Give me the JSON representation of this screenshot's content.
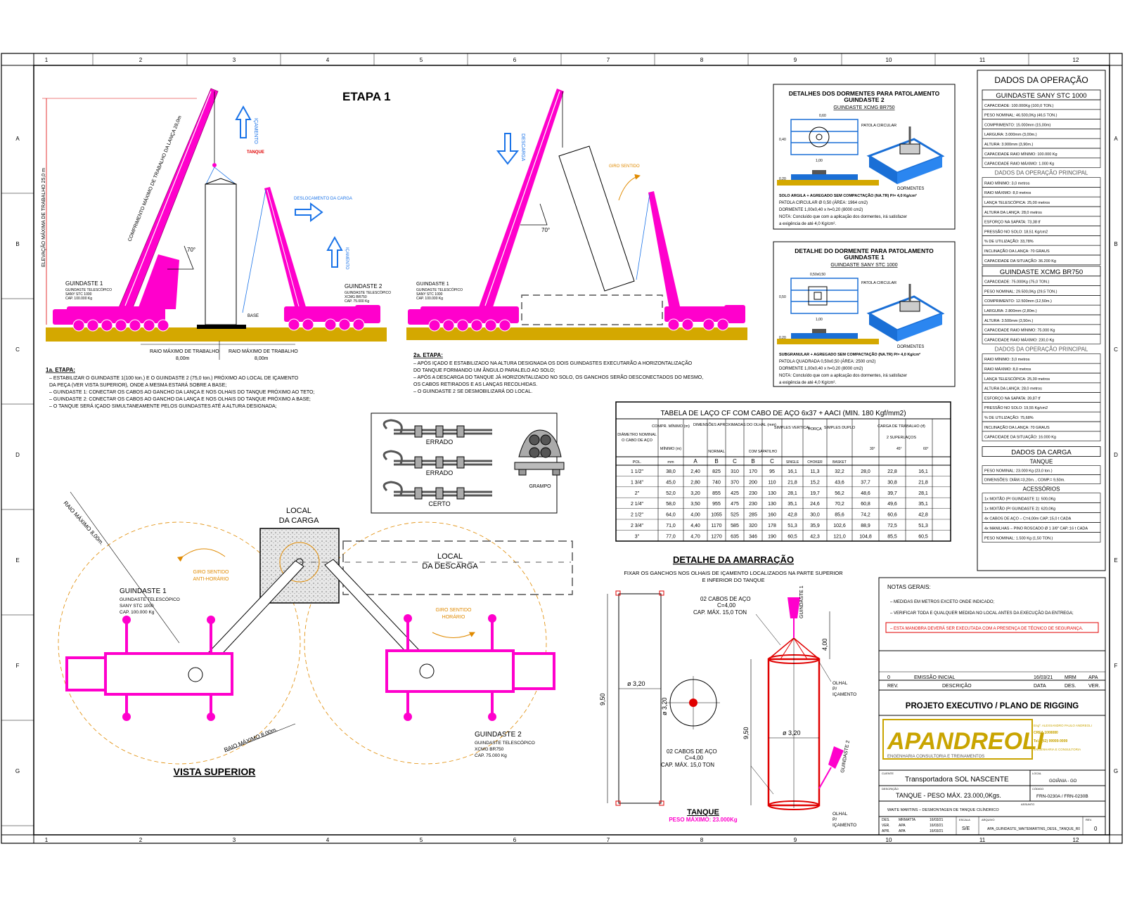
{
  "border": {
    "cols": [
      "1",
      "2",
      "3",
      "4",
      "5",
      "6",
      "7",
      "8",
      "9",
      "10",
      "11",
      "12"
    ],
    "rows": [
      "G",
      "F",
      "E",
      "D",
      "C",
      "B",
      "A"
    ]
  },
  "stage1": {
    "title": "ETAPA 1",
    "crane1_label": "GUINDASTE 1",
    "crane1_sub": [
      "GUINDASTE TELESCÓPICO",
      "SANY STC 1000",
      "CAP. 100.000 Kg"
    ],
    "crane2_label": "GUINDASTE 2",
    "crane2_sub": [
      "GUINDASTE TELESCÓPICO",
      "XCMG BR750",
      "CAP. 75.000 Kg"
    ],
    "elev_label": "ELEVAÇÃO MÁXIMA DE TRABALHO 25,0 m",
    "boom_label": "COMPRIMENTO MÁXIMO DE TRABALHO DA LANÇA 28,0m",
    "angle": "70°",
    "raise_label": "IÇAMENTO",
    "move_label": "DESLOCAMENTO DA CARGA",
    "raise2_label": "IÇAMENTO",
    "spreader_label": "TANQUE",
    "base_label": "BASE",
    "radius1": "RAIO MÁXIMO DE TRABALHO",
    "radius1_val": "8,00m",
    "radius2": "RAIO MÁXIMO DE TRABALHO",
    "radius2_val": "8,00m",
    "steps_title": "1a. ETAPA:",
    "steps": [
      "– ESTABILIZAR O GUINDASTE 1(100 ton.) E O GUINDASTE 2 (75,0 ton.) PRÓXIMO AO LOCAL DE IÇAMENTO",
      "   DA PEÇA (VER VISTA SUPERIOR), ONDE A MESMA ESTARÁ SOBRE A BASE;",
      "– GUINDASTE 1: CONECTAR OS CABOS AO GANCHO DA LANÇA E NOS OLHAIS DO TANQUE PRÓXIMO AO TETO;",
      "– GUINDASTE 2: CONECTAR OS CABOS AO GANCHO DA LANÇA E NOS OLHAIS DO TANQUE PRÓXIMO A BASE;",
      "– O TANQUE SERÁ IÇADO SIMULTANEAMENTE PELOS GUINDASTES ATÉ A ALTURA DESIGNADA;"
    ]
  },
  "stage2": {
    "lower_label": "DESCARGA",
    "rotation": "GIRO SENTIDO",
    "angle": "70°",
    "crane1_label": "GUINDASTE 1",
    "crane1_sub": [
      "GUINDASTE TELESCÓPICO",
      "SANY STC 1000",
      "CAP. 100.000 Kg"
    ],
    "steps_title": "2a. ETAPA:",
    "steps": [
      "– APÓS IÇADO E ESTABILIZADO NA ALTURA DESIGNADA OS DOIS GUINDASTES EXECUTARÃO A HORIZONTALIZAÇÃO",
      "   DO TANQUE FORMANDO UM ÂNGULO PARALELO AO SOLO;",
      "– APÓS A DESCARGA DO TANQUE JÁ HORIZONTALIZADO NO SOLO, OS GANCHOS SERÃO DESCONECTADOS DO MESMO,",
      "   OS CABOS RETIRADOS E AS LANÇAS RECOLHIDAS.",
      "– O GUINDASTE 2 SE DESMOBILIZARÁ DO LOCAL."
    ]
  },
  "sleepers2": {
    "title": "DETALHES DOS DORMENTES PARA PATOLAMENTO",
    "title2": "GUINDASTE 2",
    "sub": "GUINDASTE XCMG BR750",
    "pad_label": "PATOLA CIRCULAR",
    "sleepers_label": "DORMENTES",
    "dim_top": "0,60",
    "dim_side": "0,40",
    "dim_bottom": "1,00",
    "dim_h": "0,20",
    "notes": [
      "SOLO ARGILA + AGREGADO SEM COMPACTAÇÃO (NA.TR) P/= 4,0 Kg/cm²",
      "PATOLA CIRCULAR Ø 0,50 (ÁREA: 1964 cm2)",
      "DORMENTE 1,00x0,40 x h=0,20 (8000 cm2)",
      "NOTA: Concluído que com a aplicação dos dormentes, irá satisfazer",
      "a exigência de até 4,0 Kg/cm²."
    ]
  },
  "sleepers1": {
    "title": "DETALHE DO DORMENTE PARA PATOLAMENTO",
    "title2": "GUINDASTE 1",
    "sub": "GUINDASTE SANY STC 1000",
    "pad_label": "PATOLA CIRCULAR",
    "sleepers_label": "DORMENTES",
    "dim_top": "0,50x0,50",
    "dim_side": "0,50",
    "dim_bottom": "1,00",
    "dim_h": "0,20",
    "notes": [
      "SUBGRANULAR + AGREGADO SEM COMPACTAÇÃO (NA.TR) P/= 4,0 Kg/cm²",
      "PATOLA QUADRADA 0,50x0,50 (ÁREA: 2500 cm2)",
      "DORMENTE 1,00x0,40 x h=0,20 (8000 cm2)",
      "NOTA: Concluído que com a aplicação dos dormentes, irá satisfazer",
      "a exigência de até 4,0 Kg/cm²."
    ]
  },
  "ops": {
    "title": "DADOS DA OPERAÇÃO",
    "crane1_title": "GUINDASTE SANY STC 1000",
    "crane1_specs": [
      "CAPACIDADE: 100.000Kg (100,0 TON.)",
      "PESO NOMINAL: 46.500,0Kg (46,5 TON.)",
      "COMPRIMENTO: 15.000mm (15,00m)",
      "LARGURA: 3.000mm (3,00m.)",
      "ALTURA: 3.900mm (3,90m.)",
      "CAPACIDADE RAIO MÍNIMO: 100.000 Kg",
      "CAPACIDADE RAIO MÁXIMO: 1.000 Kg"
    ],
    "crane1_op_title": "DADOS DA OPERAÇÃO PRINCIPAL",
    "crane1_op": [
      "RAIO MÍNIMO: 3,0 metros",
      "RAIO MÁXIMO: 8,0 metros",
      "LANÇA TELESCÓPICA: 25,00 metros",
      "ALTURA DA LANÇA: 28,0 metros",
      "ESFORÇO NA SAPATA: 73,38 tf",
      "PRESSÃO NO SOLO: 18,51 Kg/cm2",
      "% DE UTILIZAÇÃO: 33,78%",
      "INCLINAÇÃO DA LANÇA: 70 GRAUS",
      "CAPACIDADE DA SITUAÇÃO: 36.200 Kg"
    ],
    "crane2_title": "GUINDASTE XCMG BR750",
    "crane2_specs": [
      "CAPACIDADE: 75.000Kg (75,0 TON.)",
      "PESO NOMINAL: 29.500,0Kg (29,5 TON.)",
      "COMPRIMENTO: 12.500mm (12,50m.)",
      "LARGURA: 2.800mm (2,80m.)",
      "ALTURA: 3.500mm (3,50m.)",
      "CAPACIDADE RAIO MÍNIMO: 75.000 Kg",
      "CAPACIDADE RAIO MÁXIMO: 230,0 Kg"
    ],
    "crane2_op_title": "DADOS DA OPERAÇÃO PRINCIPAL",
    "crane2_op": [
      "RAIO MÍNIMO: 3,0 metros",
      "RAIO MÁXIMO: 8,0 metros",
      "LANÇA TELESCÓPICA: 25,30 metros",
      "ALTURA DA LANÇA: 28,0 metros",
      "ESFORÇO NA SAPATA: 39,87 tf",
      "PRESSÃO NO SOLO: 19,55 Kg/cm2",
      "% DE UTILIZAÇÃO: 75,68%",
      "INCLINAÇÃO DA LANÇA: 70 GRAUS",
      "CAPACIDADE DA SITUAÇÃO: 16.000 Kg"
    ],
    "load_title": "DADOS DA CARGA",
    "tank_title": "TANQUE",
    "tank_lines": [
      "PESO NOMINAL: 23.000 Kg (23,0 ton.)",
      "DIMENSÕES: DIÂM.=3,20m. , COMP.= 9,50m."
    ],
    "acc_title": "ACESSÓRIOS",
    "acc_lines": [
      "1x MOITÃO (P/ GUINDASTE 1): 500,0Kg",
      "1x MOITÃO (P/ GUINDASTE 2): 620,0Kg",
      "4x CABOS DE AÇO – C=4,00m CAP.:15,0 t CADA",
      "4x MANILHAS – PINO ROSCADO Ø 1 3/8\" CAP.:16 t CADA",
      "PESO NOMINAL: 1.500 Kg (1,50 TON.)"
    ]
  },
  "table": {
    "title": "TABELA DE LAÇO CF COM CABO DE AÇO 6x37 + AACI (MIN. 180 Kgf/mm2)",
    "h_diam": "DIÂMETRO NOMINAL DO CABO DE AÇO",
    "h_comp": "COMPR. MÍNIMO (m)",
    "h_dims": "DIMENSÕES APROXIMADAS DO OLHAL (mm)",
    "h_normal": "NORMAL",
    "h_sap": "COM SAPATILHO",
    "h_vert": "SIMPLES VERTICAL",
    "h_forca": "FORÇA",
    "h_duplo": "SIMPLES DUPLO",
    "h_carga": "CARGA DE TRABALHO (tf)",
    "h_super": "2 SUPERLAÇOS",
    "h_min": "MÍNIMO (m)",
    "h_pol": "POL.",
    "h_mm": "mm",
    "h_A": "A",
    "h_B": "B",
    "h_C": "C",
    "h_B2": "B",
    "h_C2": "C",
    "h_single": "SINGLE",
    "h_choker": "CHOKER",
    "h_basket": "BASKET",
    "angles": [
      "30°",
      "45°",
      "60°"
    ],
    "rows": [
      [
        "1 1/2\"",
        "38,0",
        "2,40",
        "825",
        "310",
        "170",
        "95",
        "16,1",
        "11,3",
        "32,2",
        "28,0",
        "22,8",
        "16,1"
      ],
      [
        "1 3/4\"",
        "45,0",
        "2,80",
        "740",
        "370",
        "200",
        "110",
        "21,8",
        "15,2",
        "43,6",
        "37,7",
        "30,8",
        "21,8"
      ],
      [
        "2\"",
        "52,0",
        "3,20",
        "855",
        "425",
        "230",
        "130",
        "28,1",
        "19,7",
        "56,2",
        "48,6",
        "39,7",
        "28,1"
      ],
      [
        "2 1/4\"",
        "58,0",
        "3,50",
        "955",
        "475",
        "230",
        "130",
        "35,1",
        "24,6",
        "70,2",
        "60,8",
        "49,6",
        "35,1"
      ],
      [
        "2 1/2\"",
        "64,0",
        "4,00",
        "1055",
        "525",
        "285",
        "160",
        "42,8",
        "30,0",
        "85,6",
        "74,2",
        "60,6",
        "42,8"
      ],
      [
        "2 3/4\"",
        "71,0",
        "4,40",
        "1170",
        "585",
        "320",
        "178",
        "51,3",
        "35,9",
        "102,6",
        "88,9",
        "72,5",
        "51,3"
      ],
      [
        "3\"",
        "77,0",
        "4,70",
        "1270",
        "635",
        "346",
        "190",
        "60,5",
        "42,3",
        "121,0",
        "104,8",
        "85,5",
        "60,5"
      ]
    ]
  },
  "clamps": {
    "labels": [
      "ERRADO",
      "ERRADO",
      "CERTO"
    ],
    "grampo": "GRAMPO"
  },
  "top_view": {
    "title": "VISTA SUPERIOR",
    "local_carga": [
      "LOCAL",
      "DA CARGA"
    ],
    "local_descarga": [
      "LOCAL",
      "DA DESCARGA"
    ],
    "rot1": [
      "GIRO SENTIDO",
      "ANTI-HORÁRIO"
    ],
    "rot2": [
      "GIRO SENTIDO",
      "HORÁRIO"
    ],
    "radius_a": "RAIO MÁXIMO 8,00m.",
    "radius_b": "RAIO MÁXIMO 8,00m.",
    "crane1": [
      "GUINDASTE 1",
      "GUINDASTE TELESCÓPICO",
      "SANY STC 1000",
      "CAP. 100.000 Kg"
    ],
    "crane2": [
      "GUINDASTE 2",
      "GUINDASTE TELESCÓPICO",
      "XCMG BR750",
      "CAP. 75.000 Kg"
    ]
  },
  "rigging": {
    "title": "DETALHE DA AMARRAÇÃO",
    "sub": [
      "FIXAR OS GANCHOS NOS OLHAIS DE IÇAMENTO LOCALIZADOS NA PARTE SUPERIOR",
      "E INFERIOR DO TANQUE"
    ],
    "len": "9,50",
    "diam": "ø 3,20",
    "diam_side": "ø 3,20",
    "diam_mid": "ø 3,20",
    "len2": "9,50",
    "top_dim": "4,00",
    "cables_top": [
      "02 CABOS DE AÇO",
      "C=4,00",
      "CAP. MÁX. 15,0 TON"
    ],
    "cables_bot": [
      "02 CABOS DE AÇO",
      "C=4,00",
      "CAP. MÁX. 15,0 TON"
    ],
    "g1": "GUINDASTE 1",
    "g2": "GUINDASTE 2",
    "olhal_top": [
      "OLHAL",
      "P/",
      "IÇAMENTO"
    ],
    "olhal_bot": [
      "OLHAL",
      "P/",
      "IÇAMENTO"
    ],
    "tank_title": "TANQUE",
    "tank_sub": "PESO MÁXIMO: 23.000Kg"
  },
  "notes": {
    "title": "NOTAS GERAIS:",
    "lines": [
      "– MEDIDAS EM METROS EXCETO ONDE INDICADO;",
      "– VERIFICAR TODA E QUALQUER MEDIDA NO LOCAL ANTES DA EXECUÇÃO DA ENTREGA;"
    ],
    "alert": "– ESTA MANOBRA DEVERÁ SER EXECUTADA COM A PRESENÇA DE TÉCNICO DE SEGURANÇA."
  },
  "title_block": {
    "rev_row": [
      "0",
      "EMISSÃO INICIAL",
      "16/03/21",
      "MRM",
      "APA"
    ],
    "rev_head": [
      "REV.",
      "DESCRIÇÃO",
      "DATA",
      "DES.",
      "VER."
    ],
    "project": "PROJETO EXECUTIVO / PLANO DE RIGGING",
    "logo": "APANDREOLI",
    "logo_sub": "ENGENHARIA CONSULTORIA E TREINAMENTOS",
    "logo_right": [
      "Engº. ALEXSANDRO PAULO ANDREOLI",
      "CREA 1008080",
      "Tel.: (62) 99999-9999",
      "ENGENHARIA E CONSULTORIA"
    ],
    "client_lbl": "CLIENTE",
    "client": "Transportadora SOL NASCENTE",
    "local_lbl": "LOCAL",
    "local": "GOIÂNIA - GO",
    "desc_lbl": "DESCRIÇÃO",
    "desc": "TANQUE - PESO MÁX. 23.000,0Kgs.",
    "code_lbl": "CÓDIGO",
    "code": "FRN-0230A / FRN-0230B",
    "subject": "WAITE MARTINS – DESMONTAGEN DE TANQUE CILÍNDRICO",
    "sub_lbl": "ASSUNTO",
    "people": [
      [
        "DES.",
        "MRMATTA",
        "16/03/21"
      ],
      [
        "VER.",
        "APA",
        "16/03/21"
      ],
      [
        "APR.",
        "APA",
        "16/03/21"
      ]
    ],
    "scale_lbl": "ESCALA",
    "scale": "S/E",
    "file_lbl": "ARQUIVO",
    "file": "APA_GUINDASTE_WAITEMARTINS_DESIL_TANQUE_R0",
    "rev_lbl": "REV.",
    "rev": "0"
  },
  "colors": {
    "crane": "#ff00cc",
    "ground": "#d4a800",
    "blue": "#1a73e8",
    "orange": "#e08a00",
    "red": "#e00000",
    "sleeper": "#1a6fd6"
  }
}
